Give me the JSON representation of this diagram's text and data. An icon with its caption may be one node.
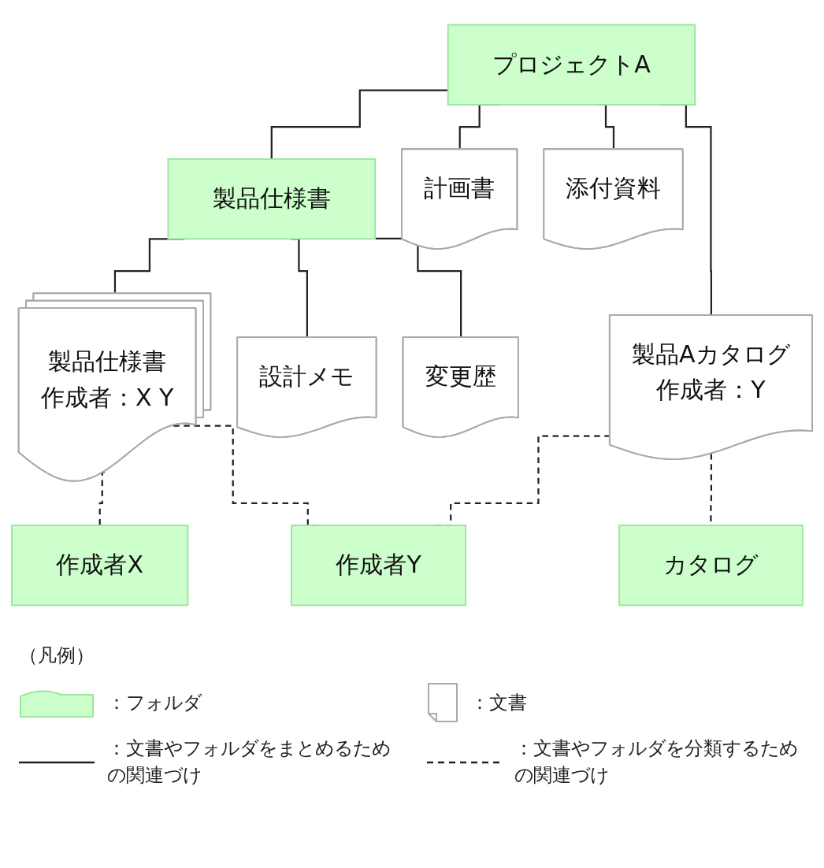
{
  "diagram": {
    "nodes": [
      {
        "text": [
          "プロジェクトA"
        ]
      },
      {
        "text": [
          "製品仕様書"
        ]
      },
      {
        "text": [
          "計画書"
        ]
      },
      {
        "text": [
          "添付資料"
        ]
      },
      {
        "text": [
          "製品Aカタログ",
          "作成者：Y"
        ]
      },
      {
        "text": [
          "製品仕様書",
          "作成者：X Y"
        ]
      },
      {
        "text": [
          "設計メモ"
        ]
      },
      {
        "text": [
          "変更歴"
        ]
      },
      {
        "text": [
          "作成者X"
        ]
      },
      {
        "text": [
          "作成者Y"
        ]
      },
      {
        "text": [
          "カタログ"
        ]
      }
    ],
    "edges": [
      {
        "from": 0,
        "to": 1,
        "arrow": "none"
      },
      {
        "from": 0,
        "to": 2,
        "arrow": "none"
      },
      {
        "from": 0,
        "to": 3,
        "arrow": "none"
      },
      {
        "from": 0,
        "to": 4,
        "arrow": "none"
      },
      {
        "from": 1,
        "to": 5,
        "arrow": "none"
      },
      {
        "from": 1,
        "to": 6,
        "arrow": "none"
      },
      {
        "from": 1,
        "to": 7,
        "arrow": "none"
      },
      {
        "from": 5,
        "to": 8,
        "arrow": "none",
        "style": "dashed"
      },
      {
        "from": 5,
        "to": 9,
        "arrow": "none",
        "style": "dashed"
      },
      {
        "from": 4,
        "to": 9,
        "arrow": "none",
        "style": "dashed"
      },
      {
        "from": 4,
        "to": 10,
        "arrow": "none",
        "style": "dashed"
      }
    ],
    "labels": [
      "（凡例）"
    ],
    "legend": [
      {
        "text": "：フォルダ"
      },
      {
        "text": "：文書"
      },
      {
        "text": "：文書やフォルダをまとめるための関連づけ"
      },
      {
        "text": "：文書やフォルダを分類するための関連づけ"
      }
    ]
  }
}
